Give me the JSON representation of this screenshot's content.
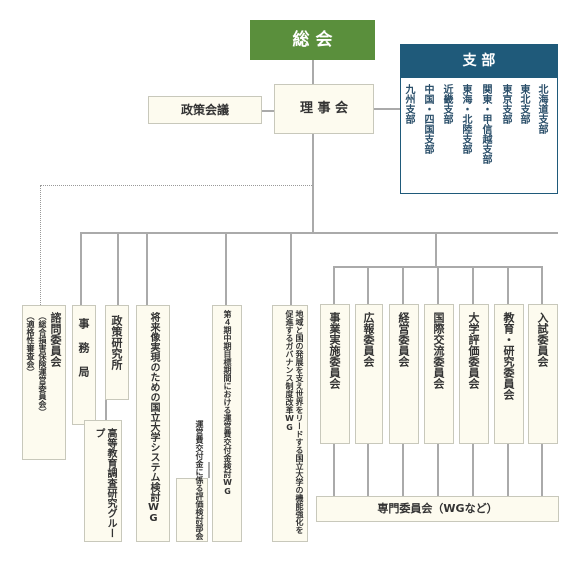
{
  "general_meeting": "総 会",
  "board": "理 事 会",
  "policy_council": "政策会議",
  "branches": {
    "title": "支 部",
    "items": [
      "北海道支部",
      "東北支部",
      "東京支部",
      "関東・甲信越支部",
      "東海・北陸支部",
      "近畿支部",
      "中国・四国支部",
      "九州支部"
    ]
  },
  "org": {
    "advisory": "諮問委員会",
    "advisory_sub1": "（総合損害保険運営委員会）",
    "advisory_sub2": "（適格性審査会）",
    "secretariat": "事 務 局",
    "policy_institute": "政策研究所",
    "research_group": "高等教育調査研究グループ",
    "future_wg": "将来像実現のための国立大学システム検討WG",
    "midterm_wg": "第４期中期目標期間における運営費交付金検討WG",
    "eval_committee": "運営費交付金に係る評価検討部会",
    "regional_wg": "地域と国の発展を支え世界をリードする国立大学の機能強化を促進するガバナンス制度改革WG"
  },
  "committees": [
    "事業実施委員会",
    "広報委員会",
    "経営委員会",
    "国際交流委員会",
    "大学評価委員会",
    "教育・研究委員会",
    "入試委員会"
  ],
  "expert_committee": "専門委員会（WGなど）",
  "colors": {
    "general_meeting_bg": "#5a8f3c",
    "branch_header_bg": "#1f5a7a",
    "branch_text": "#2b4f6a",
    "box_bg": "#fdfbef",
    "line": "#aaaaaa"
  }
}
